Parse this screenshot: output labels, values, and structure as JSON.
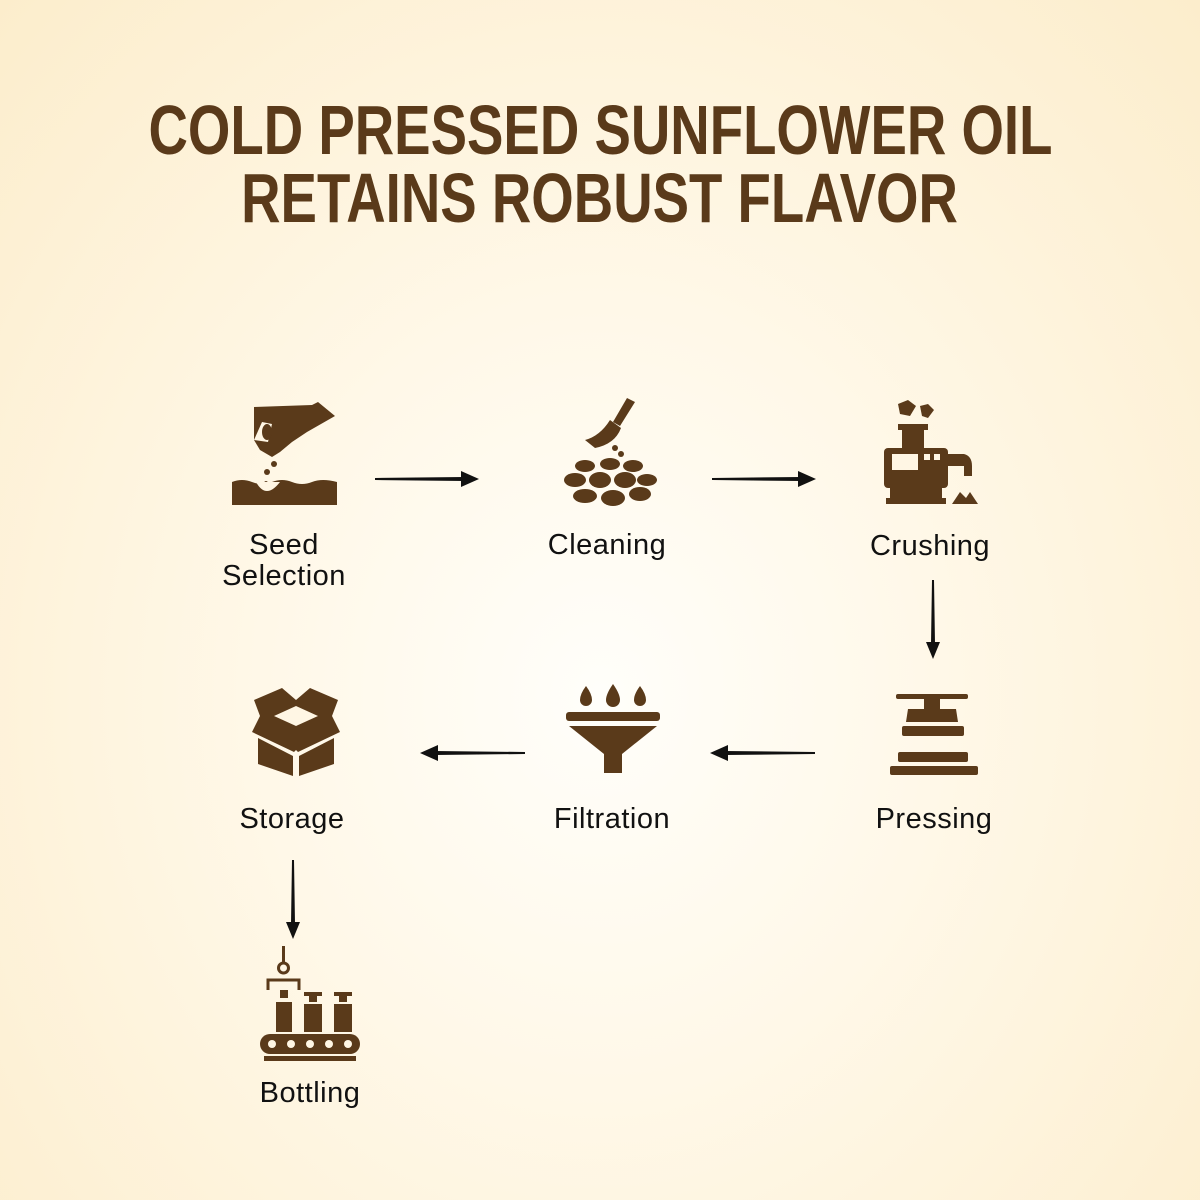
{
  "title": {
    "line1": "COLD PRESSED SUNFLOWER OIL",
    "line2": "RETAINS ROBUST FLAVOR"
  },
  "colors": {
    "brand": "#5a3a1a",
    "text": "#111111"
  },
  "steps": [
    {
      "label_line1": "Seed",
      "label_line2": "Selection",
      "icon": "hand-sowing-seed-icon"
    },
    {
      "label": "Cleaning",
      "icon": "broom-seeds-icon"
    },
    {
      "label": "Crushing",
      "icon": "crushing-machine-icon"
    },
    {
      "label": "Pressing",
      "icon": "press-icon"
    },
    {
      "label": "Filtration",
      "icon": "funnel-drops-icon"
    },
    {
      "label": "Storage",
      "icon": "open-box-icon"
    },
    {
      "label": "Bottling",
      "icon": "bottling-conveyor-icon"
    }
  ]
}
